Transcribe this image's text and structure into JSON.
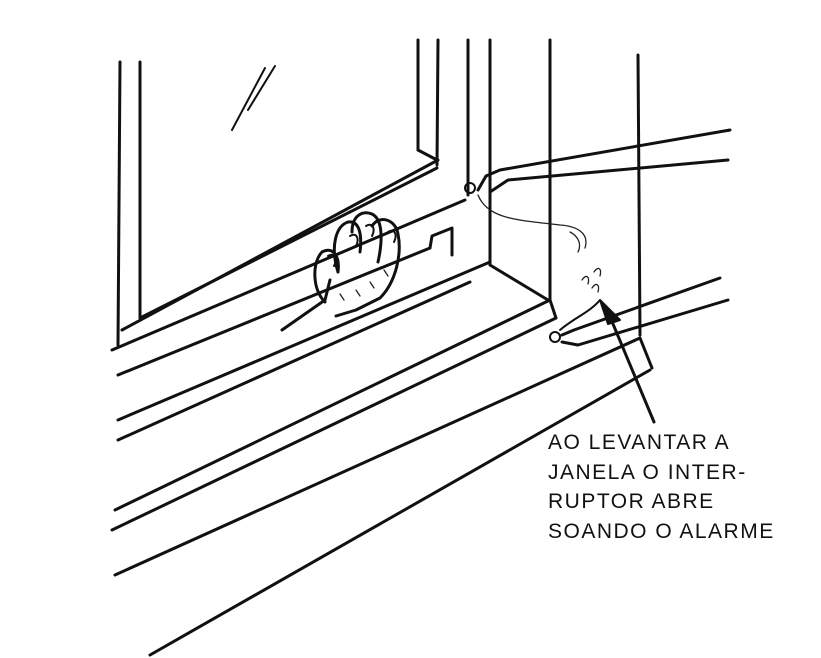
{
  "illustration": {
    "caption_lines": [
      "AO LEVANTAR A",
      "JANELA O INTER-",
      "RUPTOR ABRE",
      "SOANDO O ALARME"
    ]
  },
  "colors": {
    "ink": "#111111",
    "paper": "#ffffff"
  }
}
